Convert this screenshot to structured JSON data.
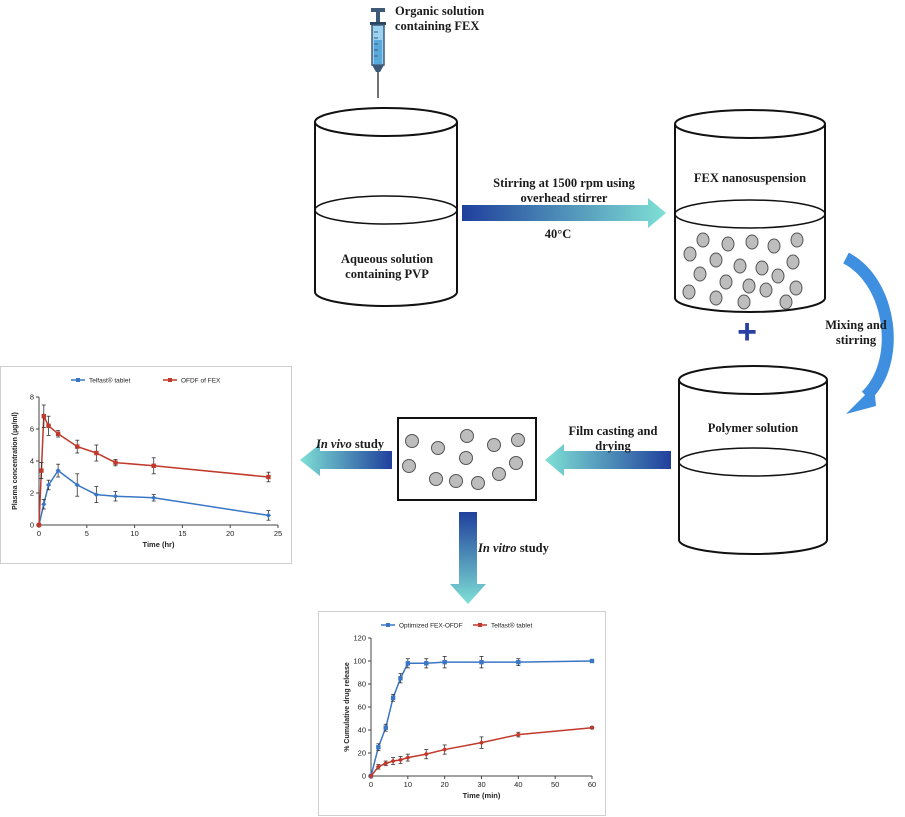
{
  "labels": {
    "syringe": "Organic solution containing FEX",
    "beaker1": "Aqueous solution containing PVP",
    "arrow1_top": "Stirring at 1500 rpm using overhead stirrer",
    "arrow1_bottom": "40°C",
    "beaker2": "FEX nanosuspension",
    "plus": "+",
    "mixing": "Mixing and stirring",
    "beaker3": "Polymer solution",
    "film": "Film casting and drying",
    "invivo_italic": "In vivo",
    "invivo_rest": " study",
    "invitro_italic": "In vitro",
    "invitro_rest": " study"
  },
  "colors": {
    "arrow_dark": "#1f3f9c",
    "arrow_light": "#7fe0d5",
    "curved_arrow": "#3f8fe0",
    "plus": "#2a3fa3",
    "particle": "#bdbdbd",
    "series_blue": "#3a76c4",
    "series_red": "#c0392b"
  },
  "chart_data": [
    {
      "type": "line",
      "ylabel": "Plasma concentration (µg/ml)",
      "xlabel": "Time (hr)",
      "xlim": [
        0,
        25
      ],
      "ylim": [
        0,
        8
      ],
      "xticks": [
        0,
        5,
        10,
        15,
        20,
        25
      ],
      "yticks": [
        0,
        2,
        4,
        6,
        8
      ],
      "legend": "top",
      "series": [
        {
          "name": "Telfast® tablet",
          "color": "#3a76c4",
          "marker": "diamond",
          "x": [
            0,
            0.5,
            1,
            2,
            4,
            6,
            8,
            12,
            24
          ],
          "y": [
            0,
            1.3,
            2.5,
            3.4,
            2.5,
            1.9,
            1.8,
            1.7,
            0.6
          ],
          "err": [
            0,
            0.3,
            0.3,
            0.4,
            0.7,
            0.5,
            0.3,
            0.2,
            0.3
          ]
        },
        {
          "name": "OFDF of FEX",
          "color": "#c0392b",
          "marker": "square",
          "x": [
            0,
            0.25,
            0.5,
            1,
            2,
            4,
            6,
            8,
            12,
            24
          ],
          "y": [
            0,
            3.4,
            6.8,
            6.2,
            5.7,
            4.9,
            4.5,
            3.9,
            3.7,
            3.0
          ],
          "err": [
            0,
            0.5,
            0.7,
            0.6,
            0.2,
            0.4,
            0.5,
            0.2,
            0.5,
            0.3
          ]
        }
      ]
    },
    {
      "type": "line",
      "ylabel": "% Cumulative drug release",
      "xlabel": "Time (min)",
      "xlim": [
        0,
        60
      ],
      "ylim": [
        0,
        120
      ],
      "xticks": [
        0,
        10,
        20,
        30,
        40,
        50,
        60
      ],
      "yticks": [
        0,
        20,
        40,
        60,
        80,
        100,
        120
      ],
      "legend": "top",
      "series": [
        {
          "name": "Optimized FEX-OFDF",
          "color": "#3a76c4",
          "marker": "square",
          "x": [
            0,
            2,
            4,
            6,
            8,
            10,
            15,
            20,
            30,
            40,
            60
          ],
          "y": [
            0,
            25,
            42,
            68,
            85,
            98,
            98,
            99,
            99,
            99,
            100
          ],
          "err": [
            0,
            3,
            3,
            3,
            4,
            4,
            4,
            5,
            5,
            3,
            1
          ]
        },
        {
          "name": "Telfast® tablet",
          "color": "#c0392b",
          "marker": "diamond",
          "x": [
            0,
            2,
            4,
            6,
            8,
            10,
            15,
            20,
            30,
            40,
            60
          ],
          "y": [
            0,
            8,
            11,
            13,
            14,
            16,
            19,
            23,
            29,
            36,
            42
          ],
          "err": [
            0,
            2,
            2,
            3,
            3,
            3,
            4,
            4,
            5,
            2,
            1
          ]
        }
      ]
    }
  ]
}
